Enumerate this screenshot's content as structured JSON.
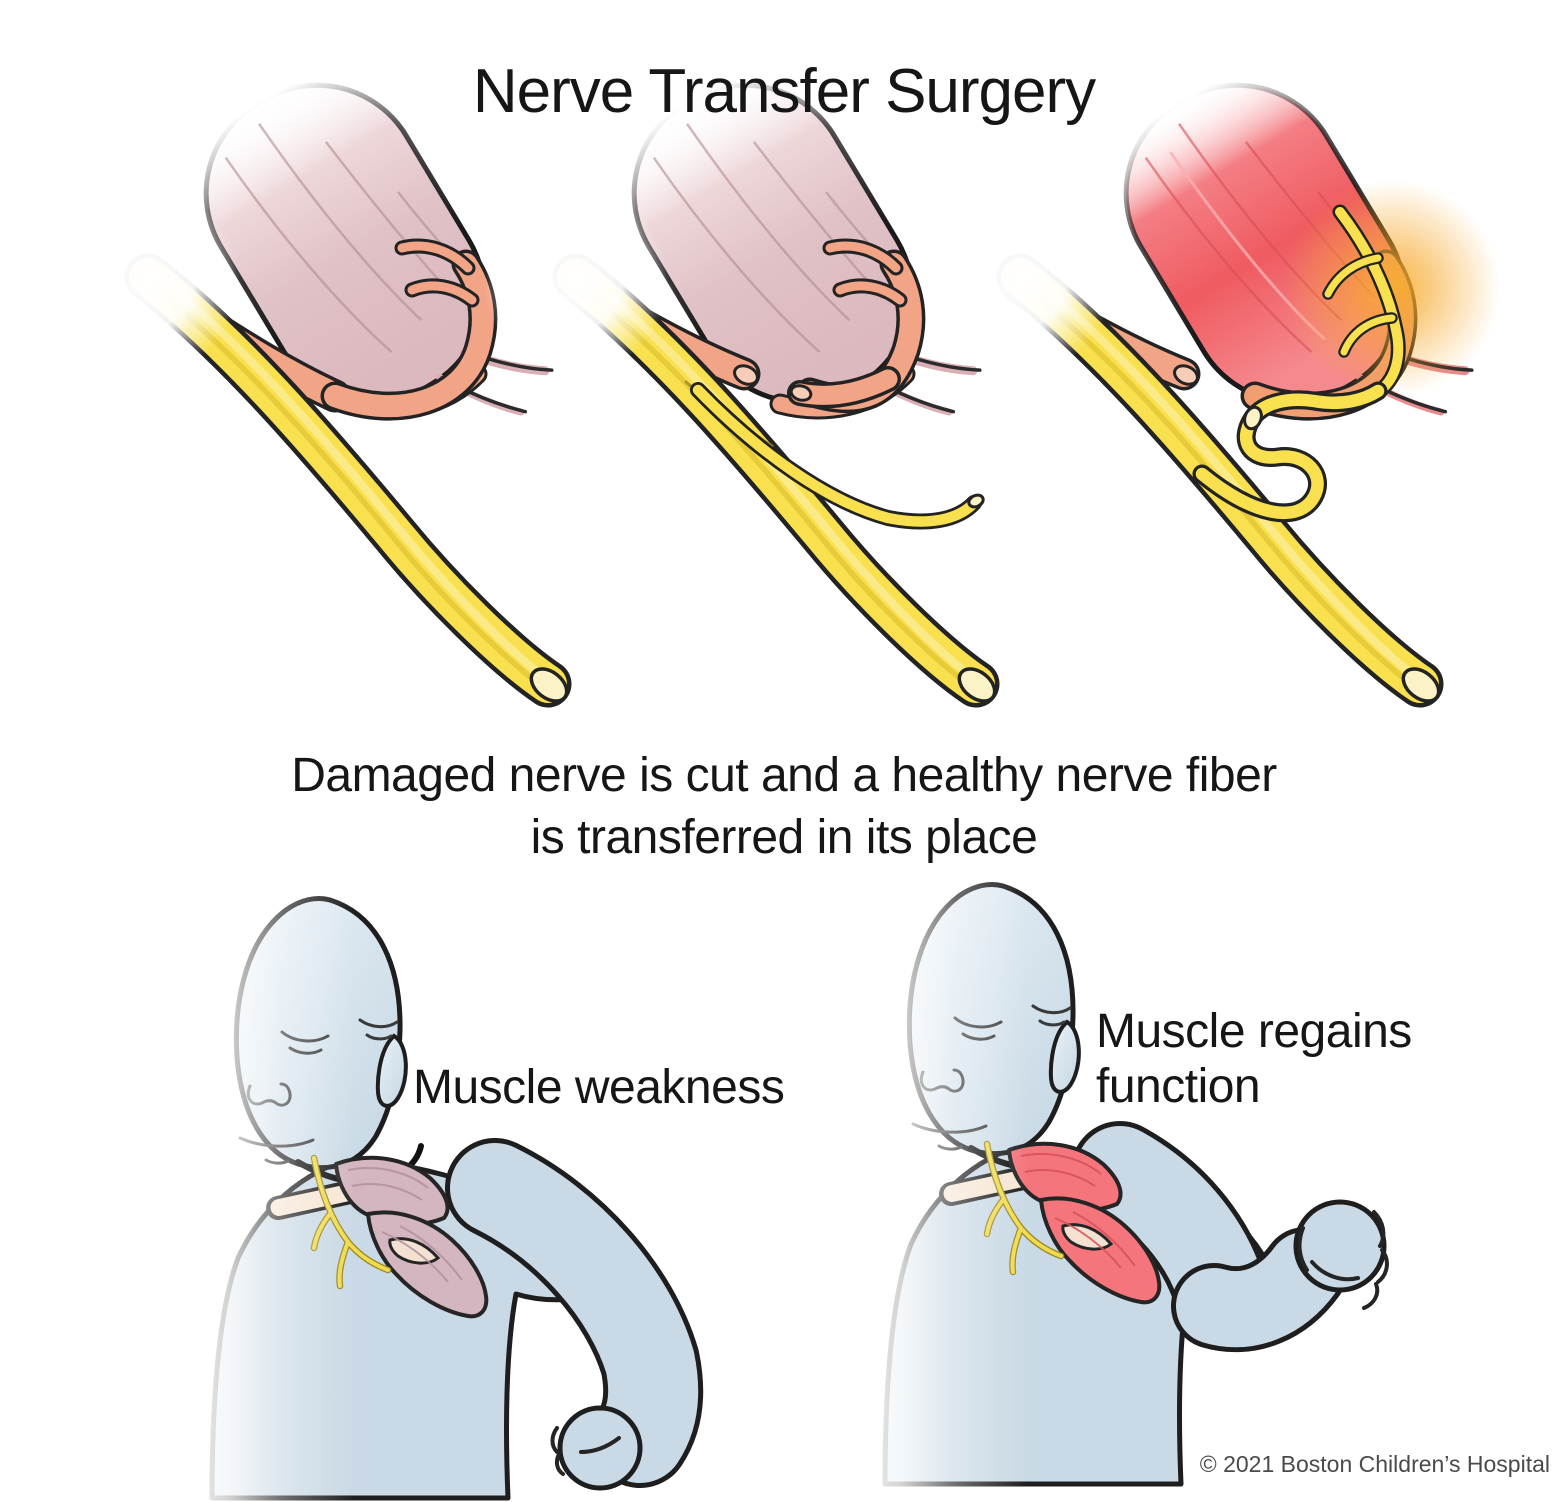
{
  "title": "Nerve Transfer Surgery",
  "caption": {
    "line1": "Damaged nerve is cut and a healthy nerve fiber",
    "line2": "is transferred in its place"
  },
  "labels": {
    "weak": "Muscle weakness",
    "regain_line1": "Muscle regains",
    "regain_line2": "function"
  },
  "footer": {
    "copyright": "© 2021 Boston Children’s Hospital"
  },
  "colors": {
    "healthy_nerve_yellow": "#F8E04E",
    "damaged_nerve_salmon": "#F2A487",
    "weak_muscle_pink": "#DCBAC0",
    "active_muscle_red": "#EF5B61",
    "reconnect_glow_orange": "#F7A82A",
    "baby_skin_blue": "#C9D9E5",
    "bone_cream": "#F6E6D4",
    "outline_dark": "#1E1E1E"
  }
}
